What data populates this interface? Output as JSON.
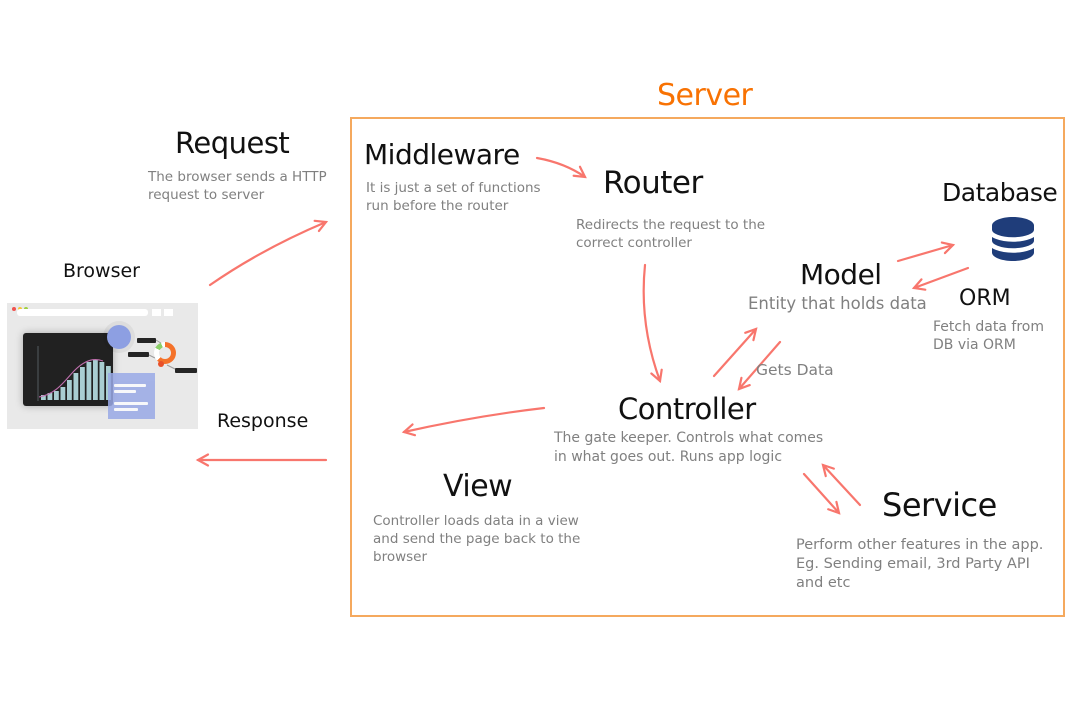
{
  "server": {
    "title": "Server"
  },
  "nodes": {
    "request": {
      "title": "Request",
      "desc": "The browser sends a HTTP\nrequest to server"
    },
    "browser": {
      "label": "Browser"
    },
    "response": {
      "label": "Response"
    },
    "middleware": {
      "title": "Middleware",
      "desc": "It is just a set of functions\nrun before the router"
    },
    "router": {
      "title": "Router",
      "desc": "Redirects the request to the\ncorrect controller"
    },
    "database": {
      "title": "Database"
    },
    "model": {
      "title": "Model",
      "desc": "Entity that holds data"
    },
    "orm": {
      "title": "ORM",
      "desc": "Fetch data from\nDB via ORM"
    },
    "gets_data": {
      "label": "Gets Data"
    },
    "controller": {
      "title": "Controller",
      "desc": "The gate keeper. Controls what comes\nin what goes out. Runs app logic"
    },
    "view": {
      "title": "View",
      "desc": "Controller loads data in a view\nand send the page back to the\nbrowser"
    },
    "service": {
      "title": "Service",
      "desc": "Perform other features in the app.\nEg. Sending email, 3rd Party API\nand etc"
    }
  },
  "icons": {
    "database_icon": "database-cylinder",
    "browser_icon": "browser-window-with-charts"
  },
  "colors": {
    "arrow": "#f8766d",
    "server_accent": "#f87203",
    "server_border": "#f5a95e",
    "heading": "#111111",
    "muted_text": "#808080",
    "database_icon": "#1f3d7a",
    "donut_orange": "#f4722a",
    "donut_green": "#8bd068",
    "chart_bars": "#a9ced2",
    "panel_blue": "#99a9e6"
  }
}
